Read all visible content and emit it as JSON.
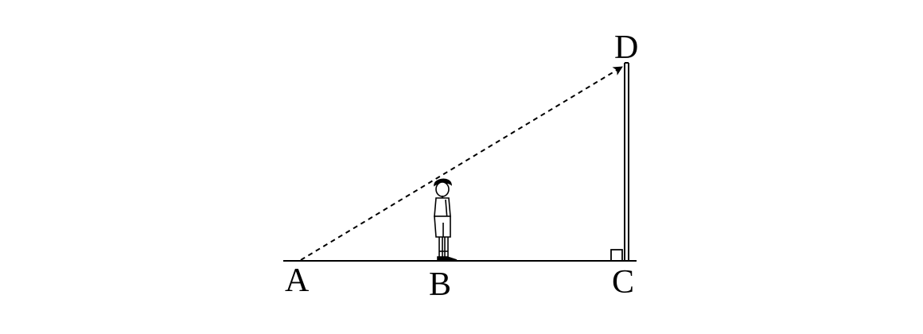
{
  "points": {
    "A": "A",
    "B": "B",
    "C": "C",
    "D": "D"
  },
  "colors": {
    "ink": "#000000",
    "background": "#ffffff"
  },
  "icons": {
    "person": "standing-person-icon"
  }
}
